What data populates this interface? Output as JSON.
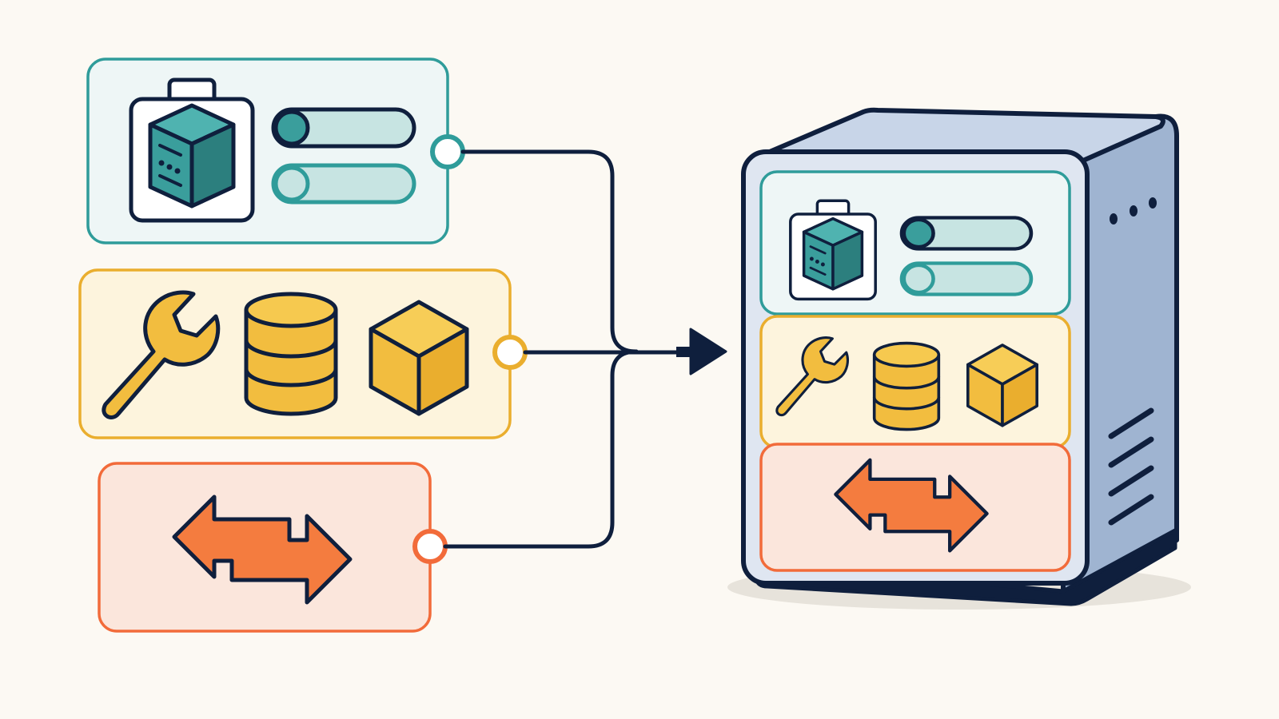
{
  "diagram": {
    "colors": {
      "background": "#fcf9f3",
      "outline": "#0f1f3d",
      "teal": "#2f9c9a",
      "teal_fill": "#eef6f6",
      "teal_icon": "#3a9e9c",
      "teal_light": "#c7e4e2",
      "yellow": "#eaae2e",
      "yellow_fill": "#fdf4dd",
      "yellow_icon": "#f2bd3f",
      "orange": "#f26b3a",
      "orange_fill": "#fbe6dc",
      "orange_icon": "#f47c3f",
      "server_front": "#dfe6f1",
      "server_top": "#c8d5e8",
      "server_side": "#9fb4d1"
    },
    "source_modules": [
      {
        "name": "container-module",
        "accent": "teal",
        "icons": [
          "container-box-icon",
          "toggle-on-icon",
          "toggle-off-icon"
        ]
      },
      {
        "name": "tools-module",
        "accent": "yellow",
        "icons": [
          "wrench-icon",
          "database-icon",
          "cube-icon"
        ]
      },
      {
        "name": "exchange-module",
        "accent": "orange",
        "icons": [
          "bidirectional-arrow-icon"
        ]
      }
    ],
    "target": {
      "name": "server-tower",
      "icons": [
        "vent-dots-icon",
        "vent-slots-icon"
      ]
    },
    "connector": {
      "icon": "merge-arrowhead-icon"
    }
  }
}
